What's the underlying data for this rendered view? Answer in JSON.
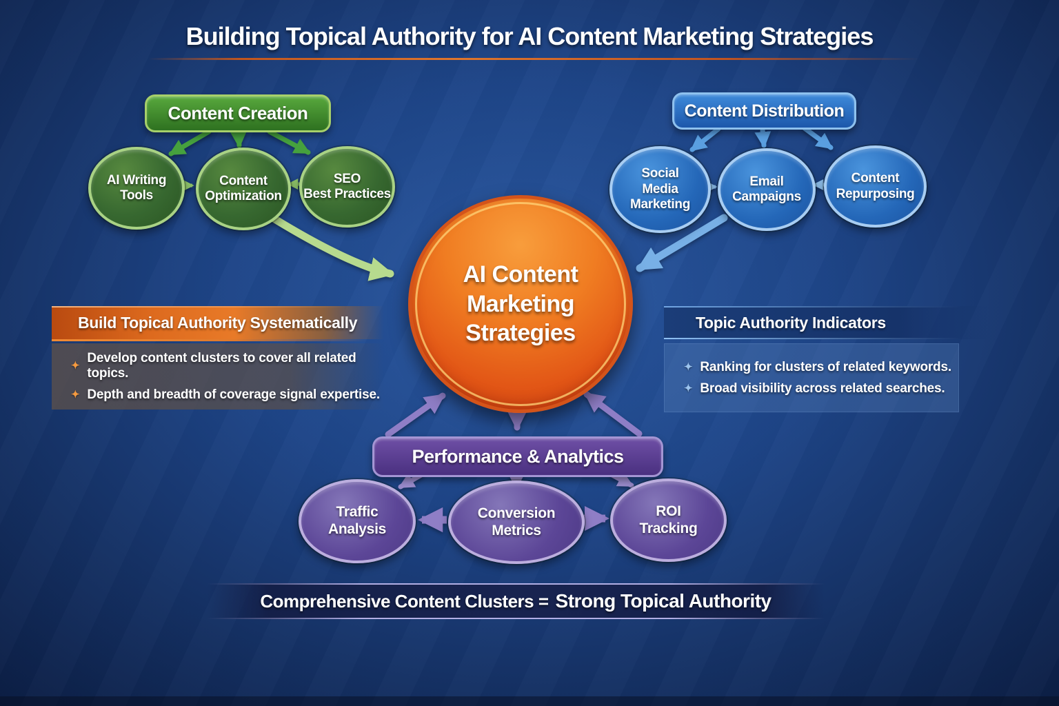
{
  "title": "Building Topical Authority for AI Content Marketing Strategies",
  "center_node": {
    "label": "AI Content\nMarketing\nStrategies"
  },
  "creation": {
    "header": "Content Creation",
    "nodes": [
      "AI Writing\nTools",
      "Content\nOptimization",
      "SEO\nBest Practices"
    ]
  },
  "distribution": {
    "header": "Content Distribution",
    "nodes": [
      "Social\nMedia\nMarketing",
      "Email\nCampaigns",
      "Content\nRepurposing"
    ]
  },
  "analytics": {
    "header": "Performance & Analytics",
    "nodes": [
      "Traffic\nAnalysis",
      "Conversion\nMetrics",
      "ROI\nTracking"
    ]
  },
  "left_panel": {
    "title": "Build Topical Authority Systematically",
    "bullets": [
      "Develop content clusters to cover all related topics.",
      "Depth and breadth of coverage signal expertise."
    ]
  },
  "right_panel": {
    "title": "Topic Authority Indicators",
    "bullets": [
      "Ranking for clusters of related keywords.",
      "Broad visibility across related searches."
    ]
  },
  "footer": {
    "prefix": "Comprehensive Content Clusters =",
    "emphasis": "Strong Topical Authority"
  },
  "icons": {
    "bullet": "✦"
  },
  "colors": {
    "background_blue": "#1e4588",
    "green_node": "#376830",
    "green_border": "#a9d284",
    "blue_node": "#2467b8",
    "blue_border": "#a8cdf2",
    "purple_node": "#5c4697",
    "purple_border": "#bcaede",
    "orange_center": "#e25616",
    "orange_header": "#e87a28",
    "navy_header": "#16336a",
    "light_green_arrow": "#b7da8e",
    "light_blue_arrow": "#78b0e6",
    "purple_arrow": "#8f7ec6"
  }
}
